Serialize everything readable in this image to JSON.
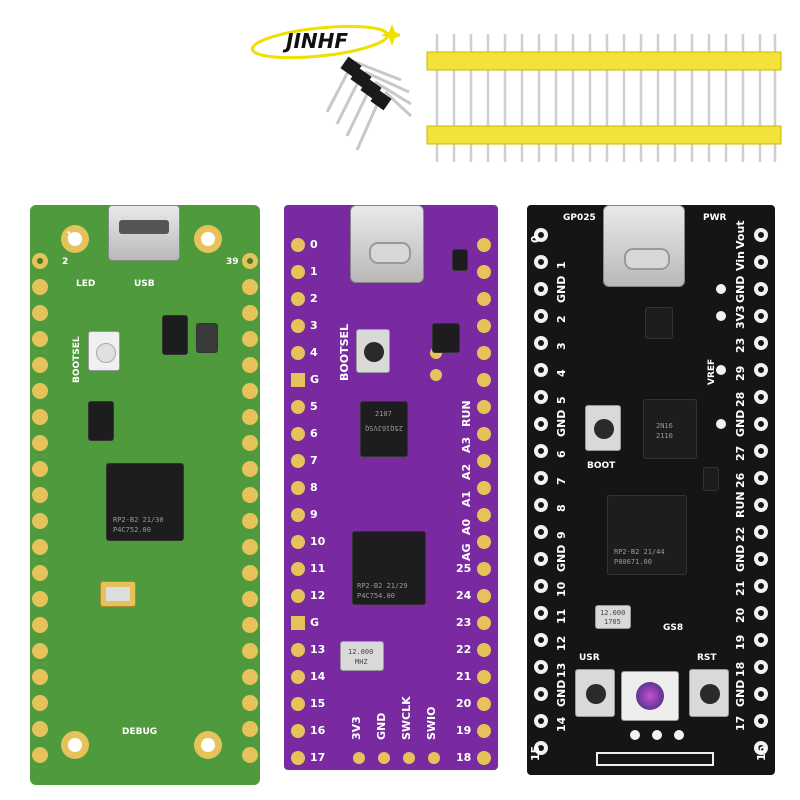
{
  "brand": {
    "logo_text": "JINHF",
    "logo_color": "#f0e000"
  },
  "boards": {
    "green": {
      "color": "#4e9a3c",
      "pin_top": "1",
      "pin_top_left": "2",
      "pin_top_right": "39",
      "led_label": "LED",
      "usb_label": "USB",
      "bootsel_label": "BOOTSEL",
      "debug_label": "DEBUG",
      "chip_line1": "RP2-B2  21/30",
      "chip_line2": "P4C752.00"
    },
    "purple": {
      "color": "#7a2aa0",
      "left_pins": [
        "0",
        "1",
        "2",
        "3",
        "4",
        "G",
        "5",
        "6",
        "7",
        "8",
        "9",
        "10",
        "11",
        "12",
        "G",
        "13",
        "14",
        "15",
        "16",
        "17"
      ],
      "right_labels": [
        "RUN",
        "A3",
        "A2",
        "A1",
        "A0",
        "AG",
        "25",
        "24",
        "23",
        "22",
        "21",
        "20",
        "19",
        "18"
      ],
      "bottom_labels": [
        "3V3",
        "GND",
        "SWCLK",
        "SWIO"
      ],
      "bootsel_label": "BOOTSEL",
      "chip_line1": "RP2-B2  21/29",
      "chip_line2": "P4C754.00",
      "flash_line1": "25Q16JVSQ",
      "flash_line2": "2107",
      "crystal_line1": "12.000",
      "crystal_line2": "MHZ"
    },
    "black": {
      "color": "#151515",
      "left_pins": [
        "0",
        "1",
        "GND",
        "2",
        "3",
        "4",
        "5",
        "GND",
        "6",
        "7",
        "8",
        "9",
        "GND",
        "10",
        "11",
        "12",
        "13",
        "GND",
        "14",
        "15"
      ],
      "right_pins": [
        "Vout",
        "Vin",
        "GND",
        "3V3",
        "23",
        "29",
        "28",
        "GND",
        "27",
        "26",
        "RUN",
        "22",
        "GND",
        "21",
        "20",
        "19",
        "18",
        "GND",
        "17",
        "16"
      ],
      "top_left": "GP025",
      "top_right": "PWR",
      "vref_label": "VREF",
      "gnd_label": "GND",
      "boot_label": "BOOT",
      "usr_label": "USR",
      "rst_label": "RST",
      "led_label": "GS8",
      "chip_line1": "RP2-B2  21/44",
      "chip_line2": "P80671.00",
      "flash_line1": "2N16",
      "flash_line2": "2110",
      "crystal_line1": "12.000",
      "crystal_line2": "1705"
    }
  }
}
